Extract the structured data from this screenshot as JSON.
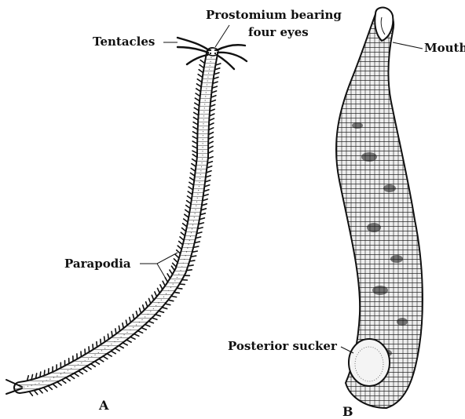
{
  "figure": {
    "panel_a": {
      "letter": "A",
      "labels": {
        "tentacles": "Tentacles",
        "prostomium_line1": "Prostomium bearing",
        "prostomium_line2": "four eyes",
        "parapodia": "Parapodia"
      }
    },
    "panel_b": {
      "letter": "B",
      "labels": {
        "mouth": "Mouth",
        "posterior_sucker": "Posterior sucker"
      }
    }
  }
}
